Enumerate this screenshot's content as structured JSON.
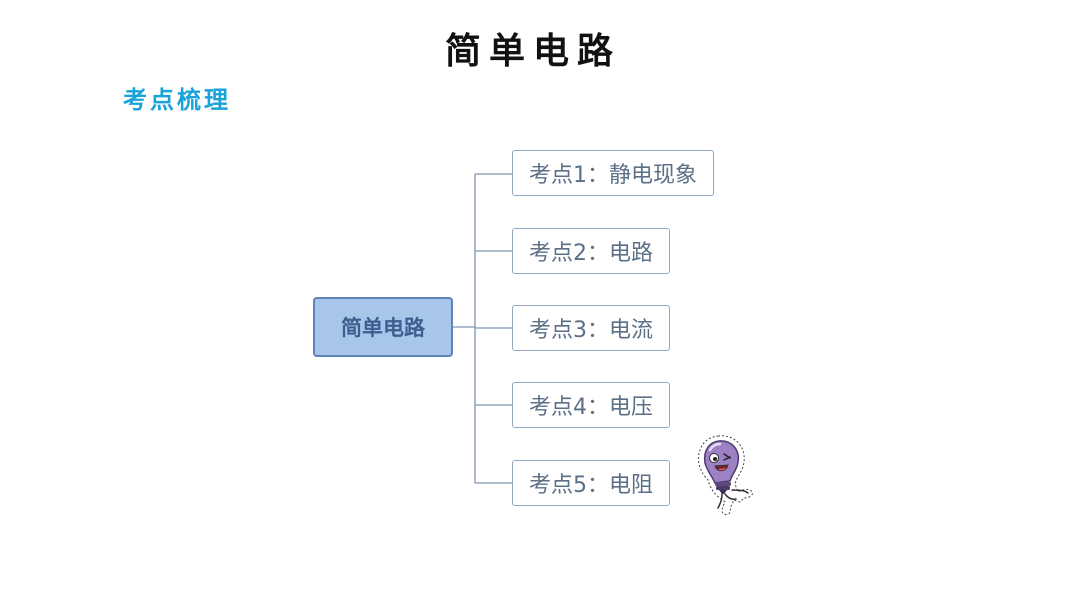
{
  "page": {
    "title": "简单电路",
    "section_label": "考点梳理"
  },
  "colors": {
    "section_label": "#1aa3d9",
    "root_fill": "#a7c6ea",
    "root_border": "#5d83b8",
    "connector": "#7f96b0",
    "branch_text": "#5b6f86"
  },
  "mindmap": {
    "root": "简单电路",
    "branches": [
      {
        "label": "考点1：静电现象"
      },
      {
        "label": "考点2：电路"
      },
      {
        "label": "考点3：电流"
      },
      {
        "label": "考点4：电压"
      },
      {
        "label": "考点5：电阻"
      }
    ]
  },
  "decoration": {
    "icon": "lightbulb-mascot-icon"
  }
}
